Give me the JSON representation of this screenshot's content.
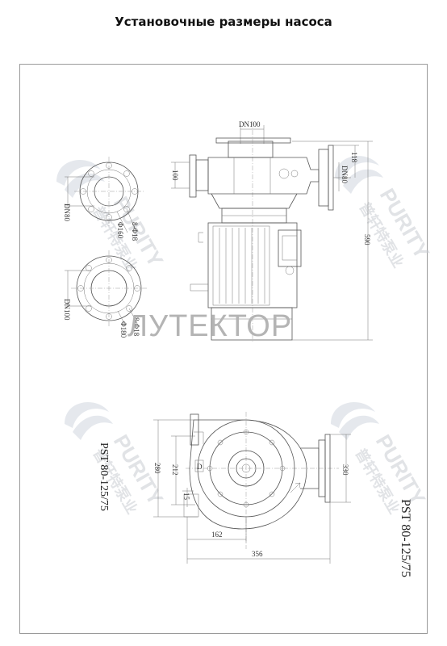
{
  "title": "Установочные размеры насоса",
  "model_label": "PST 80-125/75",
  "watermark": {
    "brand_en": "PURITY",
    "brand_cn": "普轩特泵业",
    "overlay": "ЛУТЕКТОР"
  },
  "flanges": [
    {
      "name": "outlet-flange",
      "dn": "DN80",
      "bolts": "8-Φ18",
      "pcd": "Φ160"
    },
    {
      "name": "inlet-flange",
      "dn": "DN100",
      "bolts": "8-Φ18",
      "pcd": "Φ180"
    }
  ],
  "front_view": {
    "top_nozzle": "DN100",
    "side_nozzle": "DN80",
    "dim_height_118": "118",
    "dim_height_100": "100",
    "dim_total_height": "590"
  },
  "plan_view": {
    "dim_280": "280",
    "dim_212": "212",
    "dim_15": "15",
    "dim_330": "330",
    "dim_162": "162",
    "dim_356": "356"
  }
}
